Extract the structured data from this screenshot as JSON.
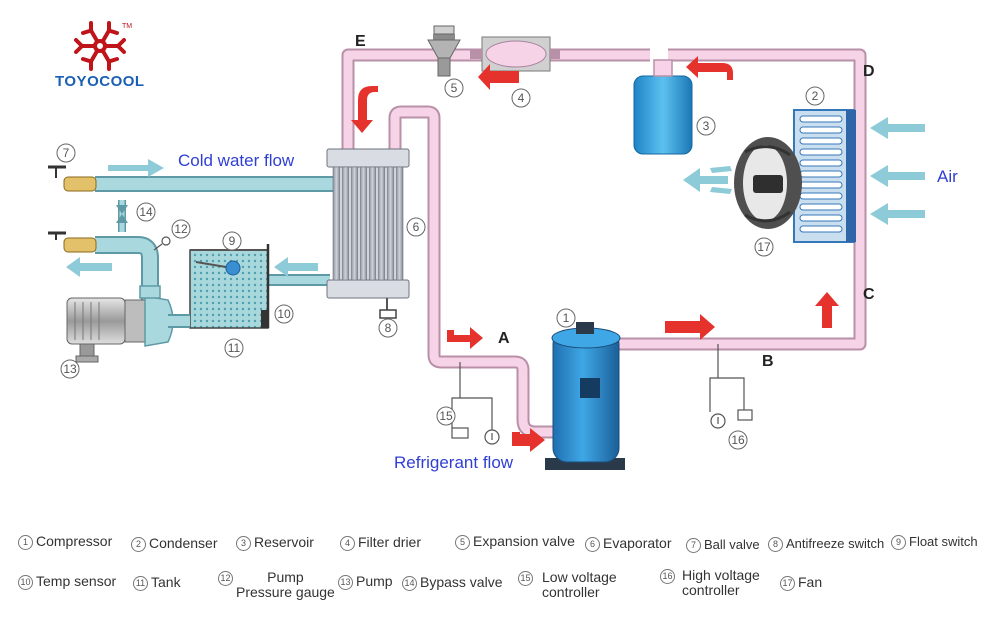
{
  "brand": {
    "name": "TOYOCOOL",
    "tm": "TM"
  },
  "flow_labels": {
    "cold_water": "Cold water flow",
    "refrigerant": "Refrigerant flow",
    "air": "Air"
  },
  "points": {
    "a": "A",
    "b": "B",
    "c": "C",
    "d": "D",
    "e": "E"
  },
  "markers": [
    "1",
    "2",
    "3",
    "4",
    "5",
    "6",
    "7",
    "8",
    "9",
    "10",
    "11",
    "12",
    "13",
    "14",
    "15",
    "16",
    "17"
  ],
  "legend": [
    {
      "num": "1",
      "label": "Compressor"
    },
    {
      "num": "2",
      "label": "Condenser"
    },
    {
      "num": "3",
      "label": "Reservoir"
    },
    {
      "num": "4",
      "label": "Filter drier"
    },
    {
      "num": "5",
      "label": "Expansion valve"
    },
    {
      "num": "6",
      "label": "Evaporator"
    },
    {
      "num": "7",
      "label": "Ball valve"
    },
    {
      "num": "8",
      "label": "Antifreeze switch"
    },
    {
      "num": "9",
      "label": "Float switch"
    },
    {
      "num": "10",
      "label": "Temp sensor"
    },
    {
      "num": "11",
      "label": "Tank"
    },
    {
      "num": "12",
      "label": "Pump Pressure gauge",
      "line1": "Pump",
      "line2": "Pressure gauge"
    },
    {
      "num": "13",
      "label": "Pump"
    },
    {
      "num": "14",
      "label": "Bypass valve"
    },
    {
      "num": "15",
      "label": "Low voltage controller",
      "line1": "Low voltage",
      "line2": "controller"
    },
    {
      "num": "16",
      "label": "High voltage controller",
      "line1": "High voltage",
      "line2": "controller"
    },
    {
      "num": "17",
      "label": "Fan"
    }
  ],
  "colors": {
    "pipe_fill": "#f6d3e6",
    "pipe_edge": "#b890a8",
    "water": "#a9d8df",
    "arrow_red": "#e5322d",
    "arrow_blue": "#8ccbd7",
    "component_blue": "#2a8fd6",
    "brand_red": "#c0141b",
    "brand_blue": "#1a5fb4",
    "flow_text": "#2f3fd4"
  }
}
